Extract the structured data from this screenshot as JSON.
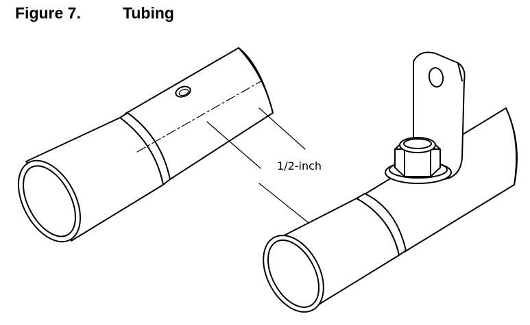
{
  "figure": {
    "number": "Figure 7.",
    "title": "Tubing"
  },
  "annotations": {
    "dimension_label": "1/2-inch"
  }
}
